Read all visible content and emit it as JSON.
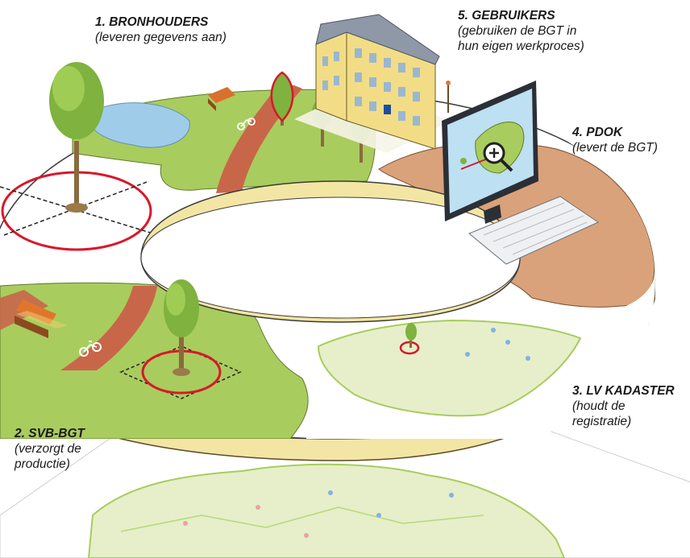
{
  "labels": [
    {
      "id": "bronhouders",
      "title": "1. BRONHOUDERS",
      "sub": [
        "(leveren gegevens aan)"
      ]
    },
    {
      "id": "svb",
      "title": "2. SVB-BGT",
      "sub": [
        "(verzorgt de",
        "productie)"
      ]
    },
    {
      "id": "kadaster",
      "title": "3. LV KADASTER",
      "sub": [
        "(houdt de",
        "registratie)"
      ]
    },
    {
      "id": "pdok",
      "title": "4. PDOK",
      "sub": [
        "(levert de BGT)"
      ]
    },
    {
      "id": "gebruikers",
      "title": "5. GEBRUIKERS",
      "sub": [
        "(gebruiken de BGT in",
        "hun eigen werkproces)"
      ]
    }
  ],
  "colors": {
    "grass": "#a9cc5e",
    "grass_dark": "#8fb447",
    "path": "#c8664a",
    "water": "#9fcde9",
    "pdok_piece": "#d9a27a",
    "ring_edge": "#f3e6a4",
    "map_land": "#e6efc9",
    "map_border": "#a9cc5e",
    "marker": "#d7192a",
    "building": "#f2dd86",
    "roof": "#8e98a7",
    "tree": "#7fb23e",
    "trunk": "#8b6a3e"
  },
  "icons": [
    "tree-icon",
    "bench-icon",
    "bicycle-icon",
    "building-icon",
    "monitor-icon",
    "keyboard-icon",
    "magnifier-icon"
  ]
}
